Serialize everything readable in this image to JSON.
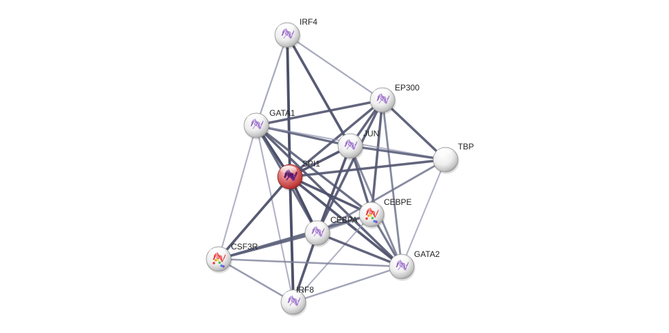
{
  "network": {
    "nodes": [
      {
        "id": "IRF4",
        "label": "IRF4",
        "highlight": false,
        "structure": "purple"
      },
      {
        "id": "EP300",
        "label": "EP300",
        "highlight": false,
        "structure": "purple"
      },
      {
        "id": "GATA1",
        "label": "GATA1",
        "highlight": false,
        "structure": "purple"
      },
      {
        "id": "JUN",
        "label": "JUN",
        "highlight": false,
        "structure": "purple"
      },
      {
        "id": "TBP",
        "label": "TBP",
        "highlight": false,
        "structure": "none"
      },
      {
        "id": "SPI1",
        "label": "SPI1",
        "highlight": true,
        "structure": "dark-purple"
      },
      {
        "id": "CEBPE",
        "label": "CEBPE",
        "highlight": false,
        "structure": "rainbow"
      },
      {
        "id": "CEBPA",
        "label": "CEBPA",
        "highlight": false,
        "structure": "purple"
      },
      {
        "id": "CSF3R",
        "label": "CSF3R",
        "highlight": false,
        "structure": "rainbow"
      },
      {
        "id": "GATA2",
        "label": "GATA2",
        "highlight": false,
        "structure": "purple"
      },
      {
        "id": "IRF8",
        "label": "IRF8",
        "highlight": false,
        "structure": "purple"
      }
    ],
    "edges": [
      {
        "a": "IRF4",
        "b": "SPI1",
        "strength": 0.9
      },
      {
        "a": "IRF4",
        "b": "JUN",
        "strength": 0.85
      },
      {
        "a": "IRF4",
        "b": "GATA1",
        "strength": 0.4
      },
      {
        "a": "IRF4",
        "b": "EP300",
        "strength": 0.4
      },
      {
        "a": "EP300",
        "b": "GATA1",
        "strength": 0.8
      },
      {
        "a": "EP300",
        "b": "SPI1",
        "strength": 0.8
      },
      {
        "a": "EP300",
        "b": "JUN",
        "strength": 0.8
      },
      {
        "a": "EP300",
        "b": "TBP",
        "strength": 0.8
      },
      {
        "a": "EP300",
        "b": "CEBPA",
        "strength": 0.8
      },
      {
        "a": "EP300",
        "b": "CEBPE",
        "strength": 0.8
      },
      {
        "a": "EP300",
        "b": "GATA2",
        "strength": 0.6
      },
      {
        "a": "GATA1",
        "b": "SPI1",
        "strength": 0.9
      },
      {
        "a": "GATA1",
        "b": "JUN",
        "strength": 0.75
      },
      {
        "a": "GATA1",
        "b": "TBP",
        "strength": 0.35
      },
      {
        "a": "GATA1",
        "b": "CEBPE",
        "strength": 0.75
      },
      {
        "a": "GATA1",
        "b": "CEBPA",
        "strength": 0.75
      },
      {
        "a": "GATA1",
        "b": "GATA2",
        "strength": 0.8
      },
      {
        "a": "GATA1",
        "b": "CSF3R",
        "strength": 0.35
      },
      {
        "a": "GATA1",
        "b": "IRF8",
        "strength": 0.35
      },
      {
        "a": "JUN",
        "b": "SPI1",
        "strength": 0.85
      },
      {
        "a": "JUN",
        "b": "TBP",
        "strength": 0.75
      },
      {
        "a": "JUN",
        "b": "CEBPA",
        "strength": 0.85
      },
      {
        "a": "JUN",
        "b": "CEBPE",
        "strength": 0.8
      },
      {
        "a": "JUN",
        "b": "GATA2",
        "strength": 0.6
      },
      {
        "a": "SPI1",
        "b": "TBP",
        "strength": 0.8
      },
      {
        "a": "SPI1",
        "b": "CEBPE",
        "strength": 0.85
      },
      {
        "a": "SPI1",
        "b": "CEBPA",
        "strength": 0.9
      },
      {
        "a": "SPI1",
        "b": "CSF3R",
        "strength": 0.85
      },
      {
        "a": "SPI1",
        "b": "IRF8",
        "strength": 0.9
      },
      {
        "a": "SPI1",
        "b": "GATA2",
        "strength": 0.85
      },
      {
        "a": "TBP",
        "b": "CEBPA",
        "strength": 0.6
      },
      {
        "a": "TBP",
        "b": "GATA2",
        "strength": 0.35
      },
      {
        "a": "CEBPE",
        "b": "CEBPA",
        "strength": 0.45
      },
      {
        "a": "CEBPE",
        "b": "CSF3R",
        "strength": 0.75
      },
      {
        "a": "CEBPE",
        "b": "GATA2",
        "strength": 0.7
      },
      {
        "a": "CEBPE",
        "b": "IRF8",
        "strength": 0.35
      },
      {
        "a": "CEBPA",
        "b": "CSF3R",
        "strength": 0.75
      },
      {
        "a": "CEBPA",
        "b": "IRF8",
        "strength": 0.85
      },
      {
        "a": "CEBPA",
        "b": "GATA2",
        "strength": 0.8
      },
      {
        "a": "CSF3R",
        "b": "IRF8",
        "strength": 0.5
      },
      {
        "a": "CSF3R",
        "b": "GATA2",
        "strength": 0.5
      },
      {
        "a": "IRF8",
        "b": "GATA2",
        "strength": 0.45
      }
    ]
  }
}
